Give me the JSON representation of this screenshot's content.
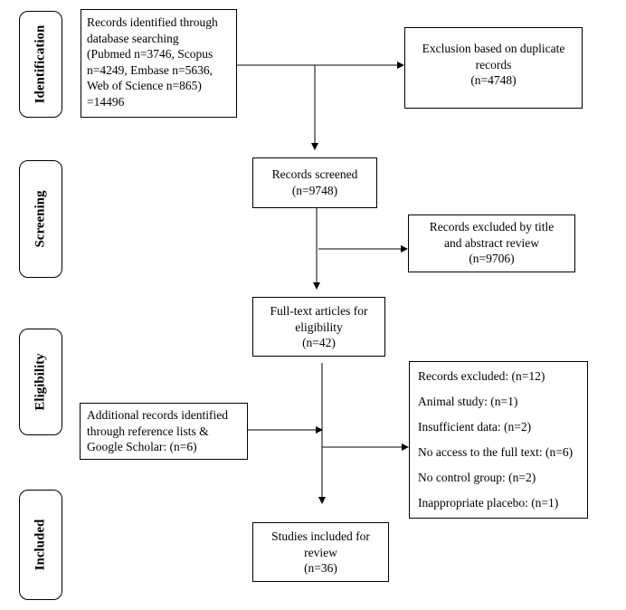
{
  "phases": {
    "identification": "Identification",
    "screening": "Screening",
    "eligibility": "Eligibility",
    "included": "Included"
  },
  "boxes": {
    "identified": {
      "lines": [
        "Records identified through",
        "database searching",
        "(Pubmed n=3746, Scopus",
        "n=4249, Embase n=5636,",
        "Web of Science n=865)",
        "=14496"
      ]
    },
    "duplicates": {
      "lines": [
        "Exclusion based on duplicate",
        "records",
        "(n=4748)"
      ]
    },
    "screened": {
      "lines": [
        "Records screened",
        "(n=9748)"
      ]
    },
    "excluded_title": {
      "lines": [
        "Records excluded by title",
        "and abstract review",
        "(n=9706)"
      ]
    },
    "fulltext": {
      "lines": [
        "Full-text articles for",
        "eligibility",
        "(n=42)"
      ]
    },
    "excluded_fulltext": {
      "items": [
        "Records excluded: (n=12)",
        "Animal study: (n=1)",
        "Insufficient data: (n=2)",
        "No access to the full text: (n=6)",
        "No control group: (n=2)",
        "Inappropriate placebo: (n=1)"
      ]
    },
    "additional": {
      "lines": [
        "Additional records identified",
        "through reference lists &",
        "Google Scholar: (n=6)"
      ]
    },
    "included": {
      "lines": [
        "Studies included for",
        "review",
        "(n=36)"
      ]
    }
  }
}
